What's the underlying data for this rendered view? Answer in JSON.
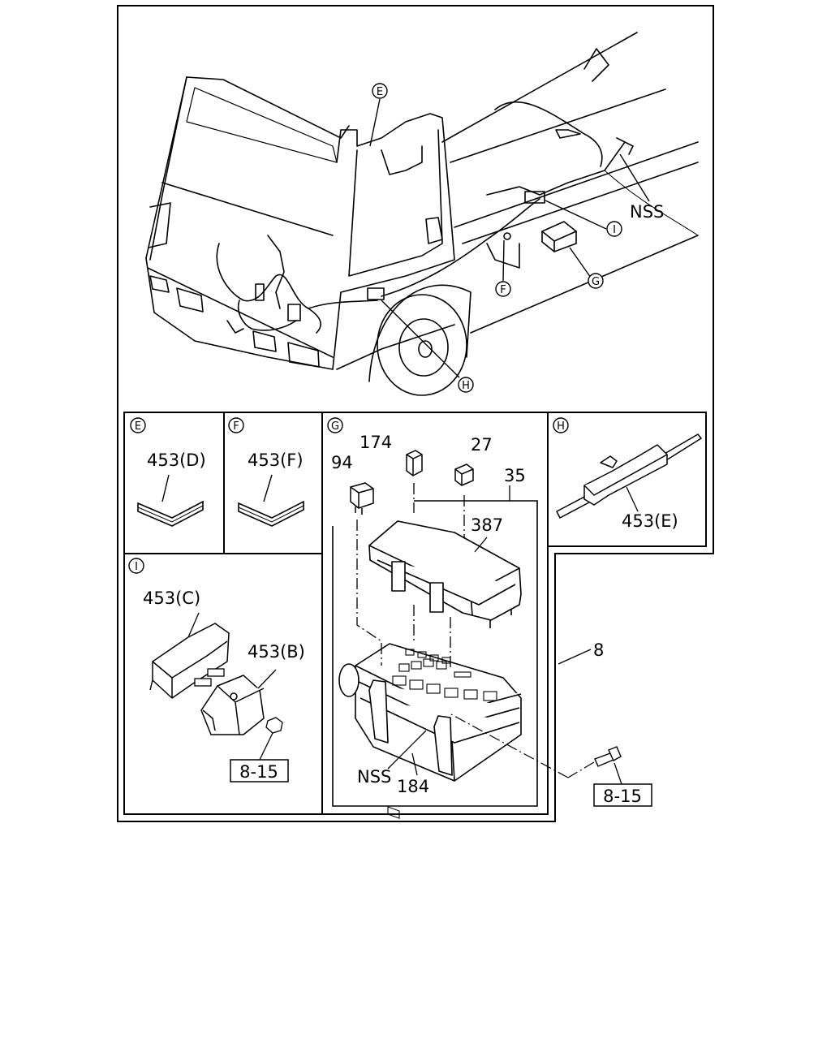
{
  "callouts": {
    "E": "E",
    "F": "F",
    "G": "G",
    "H": "H",
    "I": "I"
  },
  "main_view": {
    "nss_label": "NSS"
  },
  "panel_e": {
    "part": "453(D)"
  },
  "panel_f": {
    "part": "453(F)"
  },
  "panel_g": {
    "relay": "94",
    "fuse_large": "174",
    "fuse_small": "27",
    "assembly": "35",
    "cover": "387",
    "nss": "NSS",
    "box": "184"
  },
  "panel_h": {
    "part": "453(E)"
  },
  "panel_i": {
    "bracket_c": "453(C)",
    "bracket_b": "453(B)",
    "ref": "8-15"
  },
  "bolt": {
    "part": "8",
    "ref": "8-15"
  }
}
